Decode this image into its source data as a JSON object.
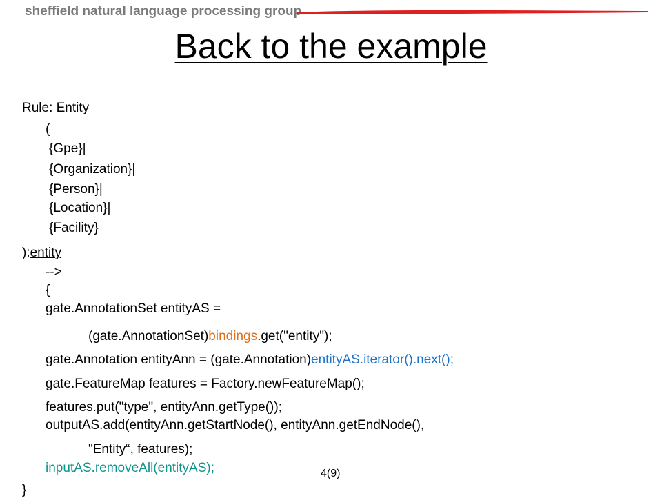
{
  "header": {
    "logo_text": "sheffield natural language processing group",
    "bar_color": "#e02020"
  },
  "slide": {
    "title": "Back to the example",
    "page_number": "4(9)",
    "lines": {
      "l1": "Rule: Entity",
      "l2": "(",
      "l3": "{Gpe}|",
      "l4": "{Organization}|",
      "l5": "{Person}|",
      "l6": "{Location}|",
      "l7": "{Facility}",
      "l8_a": "):",
      "l8_b": "entity",
      "l9": "-->",
      "l10": "{",
      "l11": "gate.AnnotationSet entityAS =",
      "l12_a": "(gate.AnnotationSet)",
      "l12_b": "bindings",
      "l12_c": ".get(\"",
      "l12_d": "entity",
      "l12_e": "\");",
      "l13_a": "gate.Annotation entityAnn = (gate.Annotation)",
      "l13_b": "entityAS.iterator().next();",
      "l14": "gate.FeatureMap features = Factory.newFeatureMap();",
      "l15": "features.put(\"type\", entityAnn.getType());",
      "l16": "outputAS.add(entityAnn.getStartNode(),  entityAnn.getEndNode(),",
      "l17": "\"Entity“, features);",
      "l18": "inputAS.removeAll(entityAS);",
      "l19": "}"
    }
  }
}
